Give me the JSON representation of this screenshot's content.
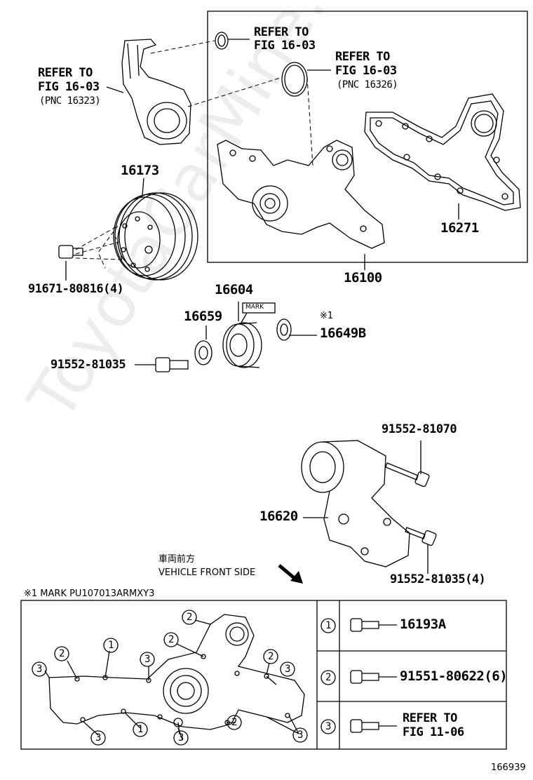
{
  "refs": {
    "refer_to": "REFER TO",
    "fig_16_03": "FIG 16-03",
    "pnc_16323": "(PNC 16323)",
    "pnc_16326": "(PNC 16326)",
    "fig_11_06": "FIG 11-06"
  },
  "parts": {
    "p16173": "16173",
    "p16100": "16100",
    "p16271": "16271",
    "p91671": "91671-80816(4)",
    "p16604": "16604",
    "mark": "MARK",
    "star1": "※1",
    "p16659": "16659",
    "p16649B": "16649B",
    "p91552a": "91552-81035",
    "p91552b": "91552-81070",
    "p16620": "16620",
    "p91552c": "91552-81035(4)"
  },
  "front": {
    "jp": "車両前方",
    "en": "VEHICLE FRONT SIDE"
  },
  "note": "※1 MARK PU107013ARMXY3",
  "legend": [
    {
      "num": "1",
      "part": "16193A"
    },
    {
      "num": "2",
      "part": "91551-80622(6)"
    },
    {
      "num": "3",
      "part_line1": "REFER TO",
      "part_line2": "FIG 11-06"
    }
  ],
  "callouts": {
    "c1": "1",
    "c2": "2",
    "c3": "3"
  },
  "figure_number": "166939",
  "watermark": "ToyotaCarMine.ru"
}
